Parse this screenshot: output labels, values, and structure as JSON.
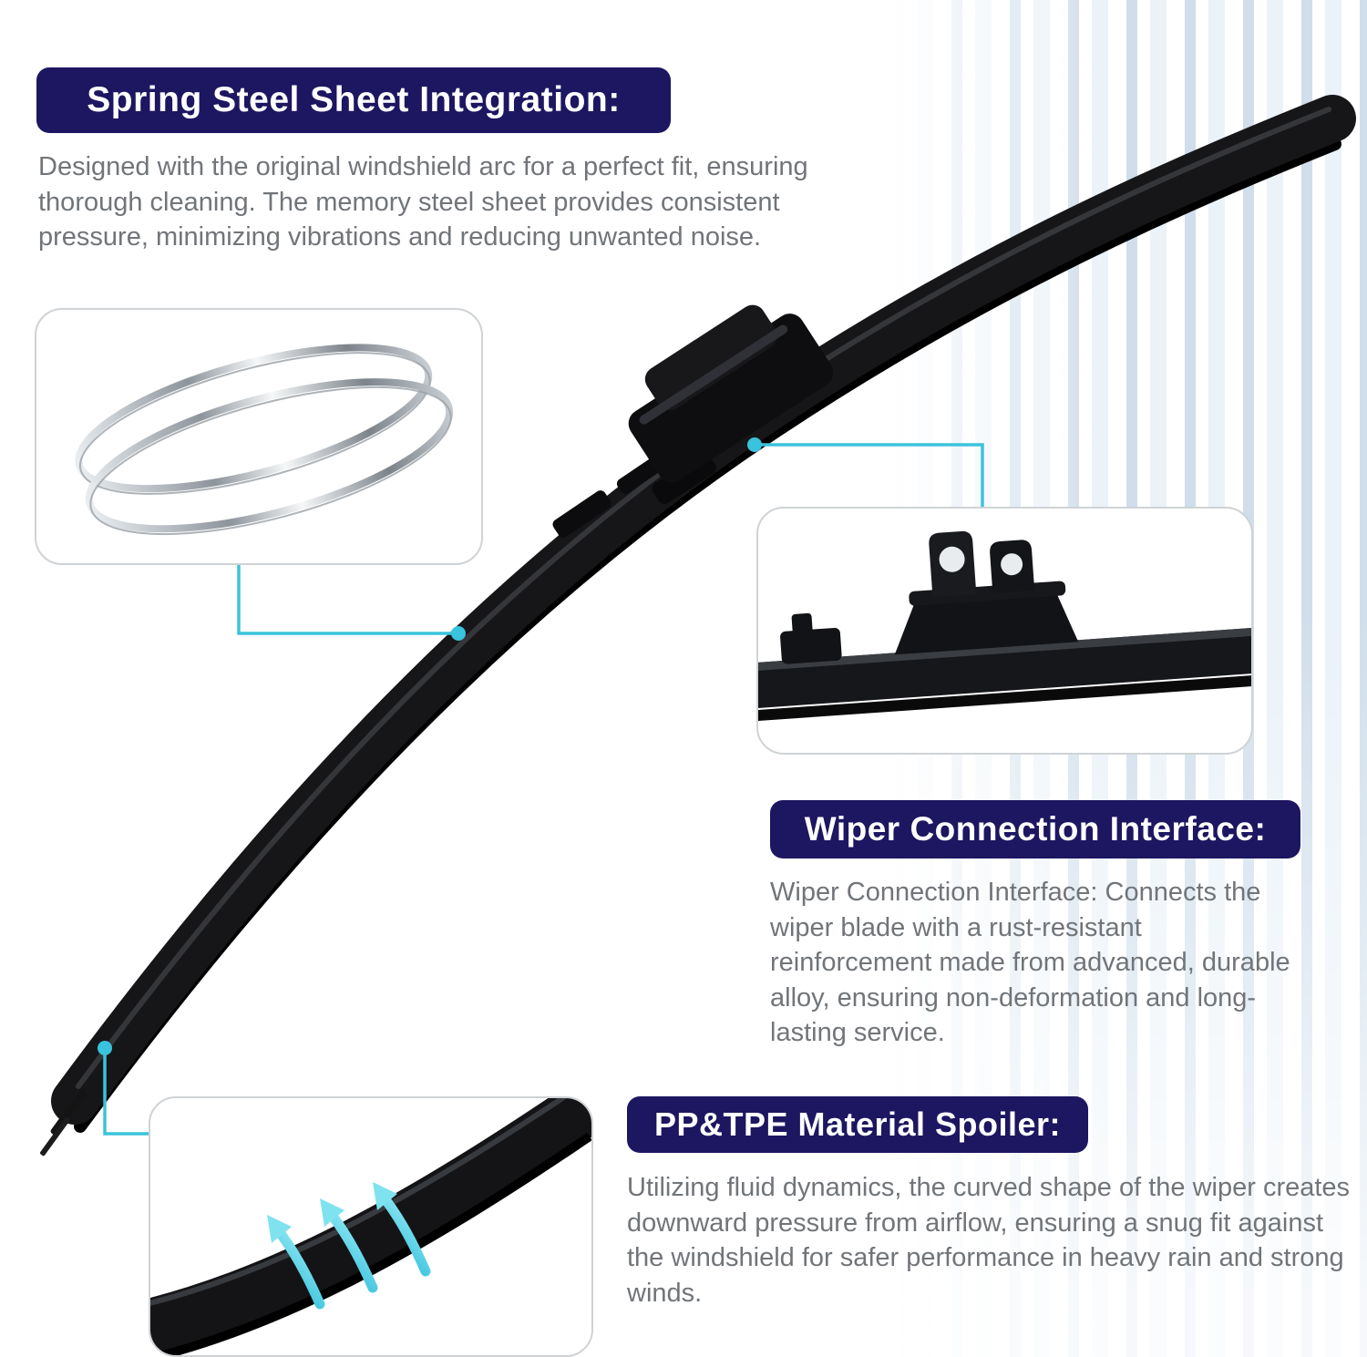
{
  "colors": {
    "banner_bg": "#1d1661",
    "banner_text": "#ffffff",
    "body_text": "#717579",
    "callout_accent": "#3ac3dc",
    "callout_border": "#cfd3d6",
    "blade_black": "#141416",
    "background_stripe": "#b7cde0"
  },
  "sections": [
    {
      "id": "spring-steel",
      "title": "Spring Steel Sheet Integration:",
      "body": "Designed with the original windshield arc for a perfect fit, ensuring thorough cleaning. The memory steel sheet provides consistent pressure, minimizing vibrations and reducing unwanted noise.",
      "illustration": "spring-steel-sheets"
    },
    {
      "id": "wiper-connection",
      "title": "Wiper Connection Interface:",
      "body": "Wiper Connection Interface: Connects the wiper blade with a rust-resistant reinforcement made from advanced, durable alloy, ensuring non-deformation and long-lasting service.",
      "illustration": "wiper-connection-interface-closeup"
    },
    {
      "id": "spoiler",
      "title": "PP&TPE Material Spoiler:",
      "body": "Utilizing fluid dynamics, the curved shape of the wiper creates downward pressure from airflow, ensuring a snug fit against the windshield for safer performance in heavy rain and strong winds.",
      "illustration": "spoiler-airflow-closeup"
    }
  ],
  "illustrations": {
    "main": "wiper-blade-product-photo",
    "spring_steel": "spring-steel-sheets",
    "connection": "wiper-connection-interface-closeup",
    "spoiler": "spoiler-airflow-closeup"
  }
}
